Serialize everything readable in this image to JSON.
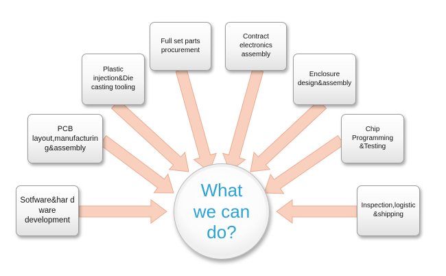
{
  "center": {
    "label": "What\nwe can\ndo?",
    "color": "#2aa3d6"
  },
  "colors": {
    "arrow_fill": "#f8d0bd",
    "arrow_stroke": "#efa98d"
  },
  "items": [
    {
      "label": "Sotfware&har d ware development"
    },
    {
      "label": "PCB layout,manufacturin g&assembly"
    },
    {
      "label": "Plastic injection&Die casting tooling"
    },
    {
      "label": "Full set parts procurement"
    },
    {
      "label": "Contract electronics assembly"
    },
    {
      "label": "Enclosure design&assembly"
    },
    {
      "label": "Chip Programming &Testing"
    },
    {
      "label": "Inspection,logistic &shipping"
    }
  ]
}
